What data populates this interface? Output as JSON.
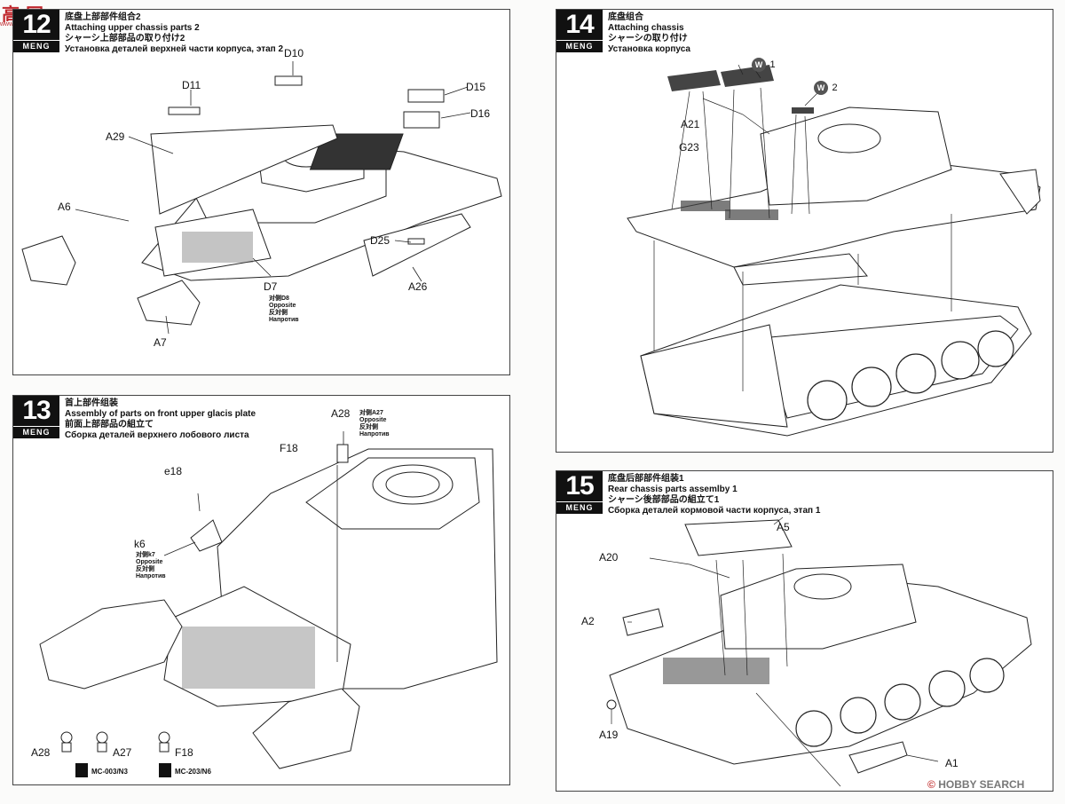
{
  "corner_logo": {
    "text": "...",
    "site": "...",
    "note": "..."
  },
  "steps": [
    {
      "number": "12",
      "brand": "MENG",
      "title_cn": "底盘上部部件组合2",
      "title_en": "Attaching upper chassis parts 2",
      "title_jp": "シャーシ上部部品の取り付け2",
      "title_ru": "Установка деталей верхней части корпуса, этап 2",
      "labels": {
        "D10": "D10",
        "D11": "D11",
        "D15": "D15",
        "D16": "D16",
        "A29": "A29",
        "A6": "A6",
        "D25": "D25",
        "A26": "A26",
        "D7": "D7",
        "A7": "A7"
      },
      "opposite": {
        "cn": "对侧D8",
        "en": "Opposite",
        "jp": "反対側",
        "ru": "Напротив"
      }
    },
    {
      "number": "13",
      "brand": "MENG",
      "title_cn": "首上部件组装",
      "title_en": "Assembly of parts on front upper glacis plate",
      "title_jp": "前面上部部品の組立て",
      "title_ru": "Сборка деталей верхнего лобового листа",
      "labels": {
        "A28": "A28",
        "F18": "F18",
        "e18": "e18",
        "k6": "k6"
      },
      "opposite_a28": {
        "cn": "对侧A27",
        "en": "Opposite",
        "jp": "反対側",
        "ru": "Напротив"
      },
      "opposite_k6": {
        "cn": "对侧k7",
        "en": "Opposite",
        "jp": "反対側",
        "ru": "Напротив"
      },
      "paints": [
        {
          "parts": "A28",
          "code": ""
        },
        {
          "parts": "A27",
          "code": "MC-003/N3"
        },
        {
          "parts": "F18",
          "code": "MC-203/N6"
        }
      ]
    },
    {
      "number": "14",
      "brand": "MENG",
      "title_cn": "底盘组合",
      "title_en": "Attaching chassis",
      "title_jp": "シャーシの取り付け",
      "title_ru": "Установка корпуса",
      "labels": {
        "A21": "A21",
        "G23": "G23",
        "W1": "1",
        "W2": "2"
      }
    },
    {
      "number": "15",
      "brand": "MENG",
      "title_cn": "底盘后部部件组装1",
      "title_en": "Rear chassis parts assemlby 1",
      "title_jp": "シャーシ後部部品の組立て1",
      "title_ru": "Сборка деталей кормовой части корпуса, этап 1",
      "labels": {
        "A5": "A5",
        "A20": "A20",
        "A2": "A2",
        "A19": "A19",
        "A1": "A1"
      }
    }
  ],
  "watermark": {
    "text": "HOBBY SEARCH",
    "mark": "©"
  }
}
